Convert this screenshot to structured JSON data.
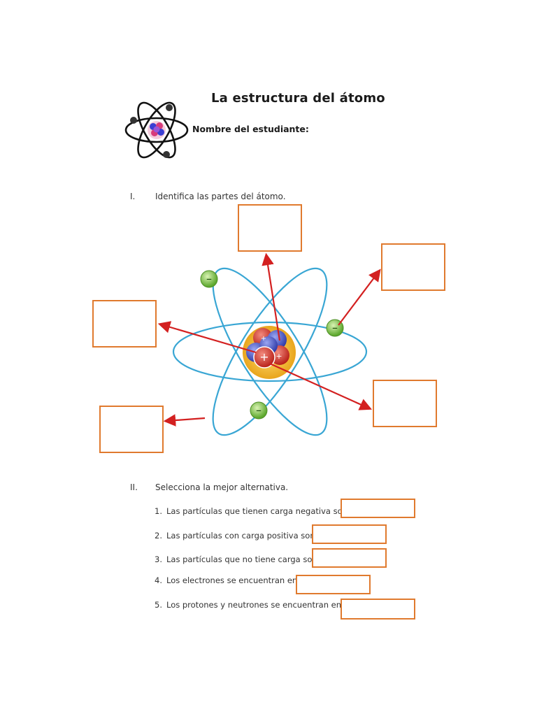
{
  "header": {
    "title": "La estructura del átomo",
    "student_label": "Nombre del estudiante:"
  },
  "section1": {
    "numeral": "I.",
    "instruction": "Identifica las partes del átomo."
  },
  "diagram": {
    "electron_symbol": "–",
    "proton_symbol": "+",
    "colors": {
      "orbit": "#39a6d4",
      "arrow": "#d32020",
      "box_border": "#e07a2e",
      "electron": "#7cc242",
      "proton": "#d33a2c",
      "neutron": "#4a5bd1",
      "nucleus_glow": "#f2c12e"
    }
  },
  "section2": {
    "numeral": "II.",
    "instruction": "Selecciona la mejor alternativa.",
    "questions": [
      {
        "num": "1.",
        "text": "Las partículas que tienen carga negativa son"
      },
      {
        "num": "2.",
        "text": "Las partículas con carga positiva son"
      },
      {
        "num": "3.",
        "text": "Las partículas que no tiene carga son"
      },
      {
        "num": "4.",
        "text": "Los electrones se encuentran en"
      },
      {
        "num": "5.",
        "text": "Los protones y neutrones se encuentran en"
      }
    ]
  }
}
